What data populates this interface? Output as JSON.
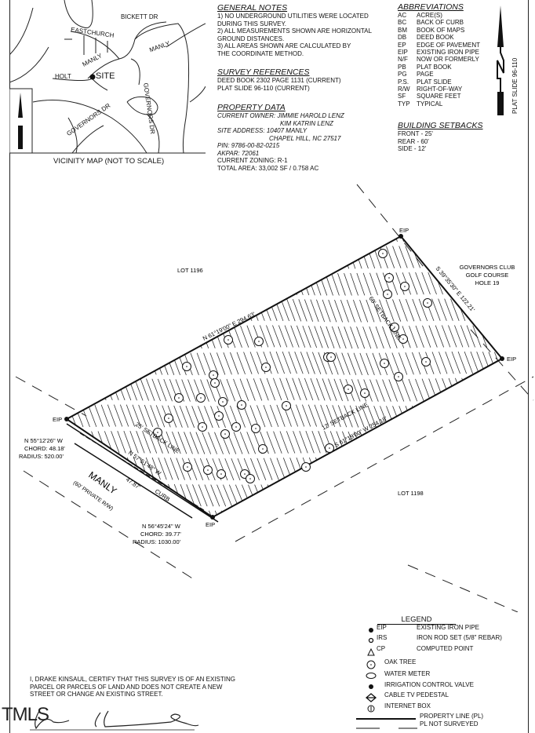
{
  "vicinity_map": {
    "title": "VICINITY MAP (NOT TO SCALE)",
    "streets": [
      "BICKETT DR",
      "EASTCHURCH",
      "MANLY",
      "MANLY",
      "HOLT",
      "GOVERNORS DR",
      "GOVERNORS DR"
    ],
    "site_label": "SITE"
  },
  "general_notes": {
    "heading": "GENERAL NOTES",
    "lines": [
      "1) NO UNDERGROUND UTILITIES WERE LOCATED",
      "DURING THIS SURVEY.",
      "2) ALL MEASUREMENTS SHOWN ARE HORIZONTAL",
      "GROUND DISTANCES.",
      "3) ALL AREAS SHOWN ARE CALCULATED BY",
      "THE COORDINATE METHOD."
    ]
  },
  "survey_references": {
    "heading": "SURVEY REFERENCES",
    "lines": [
      "DEED BOOK 2302 PAGE 1131 (CURRENT)",
      "PLAT SLIDE 96-110 (CURRENT)"
    ]
  },
  "property_data": {
    "heading": "PROPERTY DATA",
    "owner": "CURRENT OWNER: JIMMIE HAROLD LENZ",
    "owner2": "KIM KATRIN LENZ",
    "address": "SITE ADDRESS: 10407 MANLY",
    "address2": "CHAPEL HILL, NC 27517",
    "pin": "PIN: 9786-00-82-0215",
    "akpar": "AKPAR: 72061",
    "zoning": "CURRENT ZONING: R-1",
    "area": "TOTAL AREA: 33,002 SF / 0.758 AC"
  },
  "abbreviations": {
    "heading": "ABBREVIATIONS",
    "items": [
      {
        "code": "AC",
        "meaning": "ACRE(S)"
      },
      {
        "code": "BC",
        "meaning": "BACK OF CURB"
      },
      {
        "code": "BM",
        "meaning": "BOOK OF MAPS"
      },
      {
        "code": "DB",
        "meaning": "DEED BOOK"
      },
      {
        "code": "EP",
        "meaning": "EDGE OF PAVEMENT"
      },
      {
        "code": "EIP",
        "meaning": "EXISTING IRON PIPE"
      },
      {
        "code": "N/F",
        "meaning": "NOW OR FORMERLY"
      },
      {
        "code": "PB",
        "meaning": "PLAT BOOK"
      },
      {
        "code": "PG",
        "meaning": "PAGE"
      },
      {
        "code": "P.S.",
        "meaning": "PLAT SLIDE"
      },
      {
        "code": "R/W",
        "meaning": "RIGHT-OF-WAY"
      },
      {
        "code": "SF",
        "meaning": "SQUARE FEET"
      },
      {
        "code": "TYP",
        "meaning": "TYPICAL"
      }
    ]
  },
  "building_setbacks": {
    "heading": "BUILDING SETBACKS",
    "lines": [
      "FRONT - 25'",
      "REAR - 60'",
      "SIDE - 12'"
    ]
  },
  "north_arrow_label": "PLAT SLIDE 96-110",
  "plat": {
    "lot_north": "LOT 1196",
    "lot_south": "LOT 1198",
    "golf_course": [
      "GOVERNORS CLUB",
      "GOLF COURSE",
      "HOLE 19"
    ],
    "eip": "EIP",
    "north_line": "N 61°19'00\" E  294.63'",
    "east_line": "S 39°35'30\" E  122.21'",
    "south_line": "S 61°19'00\" W  254.18'",
    "west_line": "N 57°51'48\" W",
    "rear_setback": "60' SETBACK LINE",
    "side_setback": "12' SETBACK LINE",
    "front_setback": "25' SETBACK LINE",
    "curb_dist": "47.87'",
    "curb": "CURB",
    "road_name": "MANLY",
    "road_note": "(60' PRIVATE R/W)",
    "curve1": [
      "N 55°12'26\" W",
      "CHORD: 48.18'",
      "RADIUS: 520.00'"
    ],
    "curve2": [
      "N 56°45'24\" W",
      "CHORD: 39.77'",
      "RADIUS: 1030.00'"
    ]
  },
  "legend": {
    "heading": "LEGEND",
    "items": [
      {
        "symbol": "EIP",
        "icon": "filled-circle",
        "label": "EXISTING IRON PIPE"
      },
      {
        "symbol": "IRS",
        "icon": "open-circle",
        "label": "IRON ROD SET (5/8\" REBAR)"
      },
      {
        "symbol": "CP",
        "icon": "triangle",
        "label": "COMPUTED POINT"
      },
      {
        "symbol": "",
        "icon": "oak-tree",
        "label": "OAK TREE"
      },
      {
        "symbol": "",
        "icon": "water-meter",
        "label": "WATER METER"
      },
      {
        "symbol": "",
        "icon": "irrigation-valve",
        "label": "IRRIGATION CONTROL VALVE"
      },
      {
        "symbol": "",
        "icon": "cable-tv-pedestal",
        "label": "CABLE TV PEDESTAL"
      },
      {
        "symbol": "",
        "icon": "internet-box",
        "label": "INTERNET BOX"
      },
      {
        "symbol": "",
        "icon": "solid-line",
        "label": "PROPERTY LINE (PL)"
      },
      {
        "symbol": "",
        "icon": "broken-line",
        "label": "PL NOT SURVEYED"
      }
    ]
  },
  "certification": {
    "lines": [
      "I, DRAKE KINSAUL, CERTIFY THAT THIS SURVEY IS OF AN EXISTING",
      "PARCEL OR PARCELS OF LAND AND DOES NOT CREATE A NEW",
      "STREET OR CHANGE AN EXISTING STREET."
    ]
  },
  "watermark": "TMLS"
}
